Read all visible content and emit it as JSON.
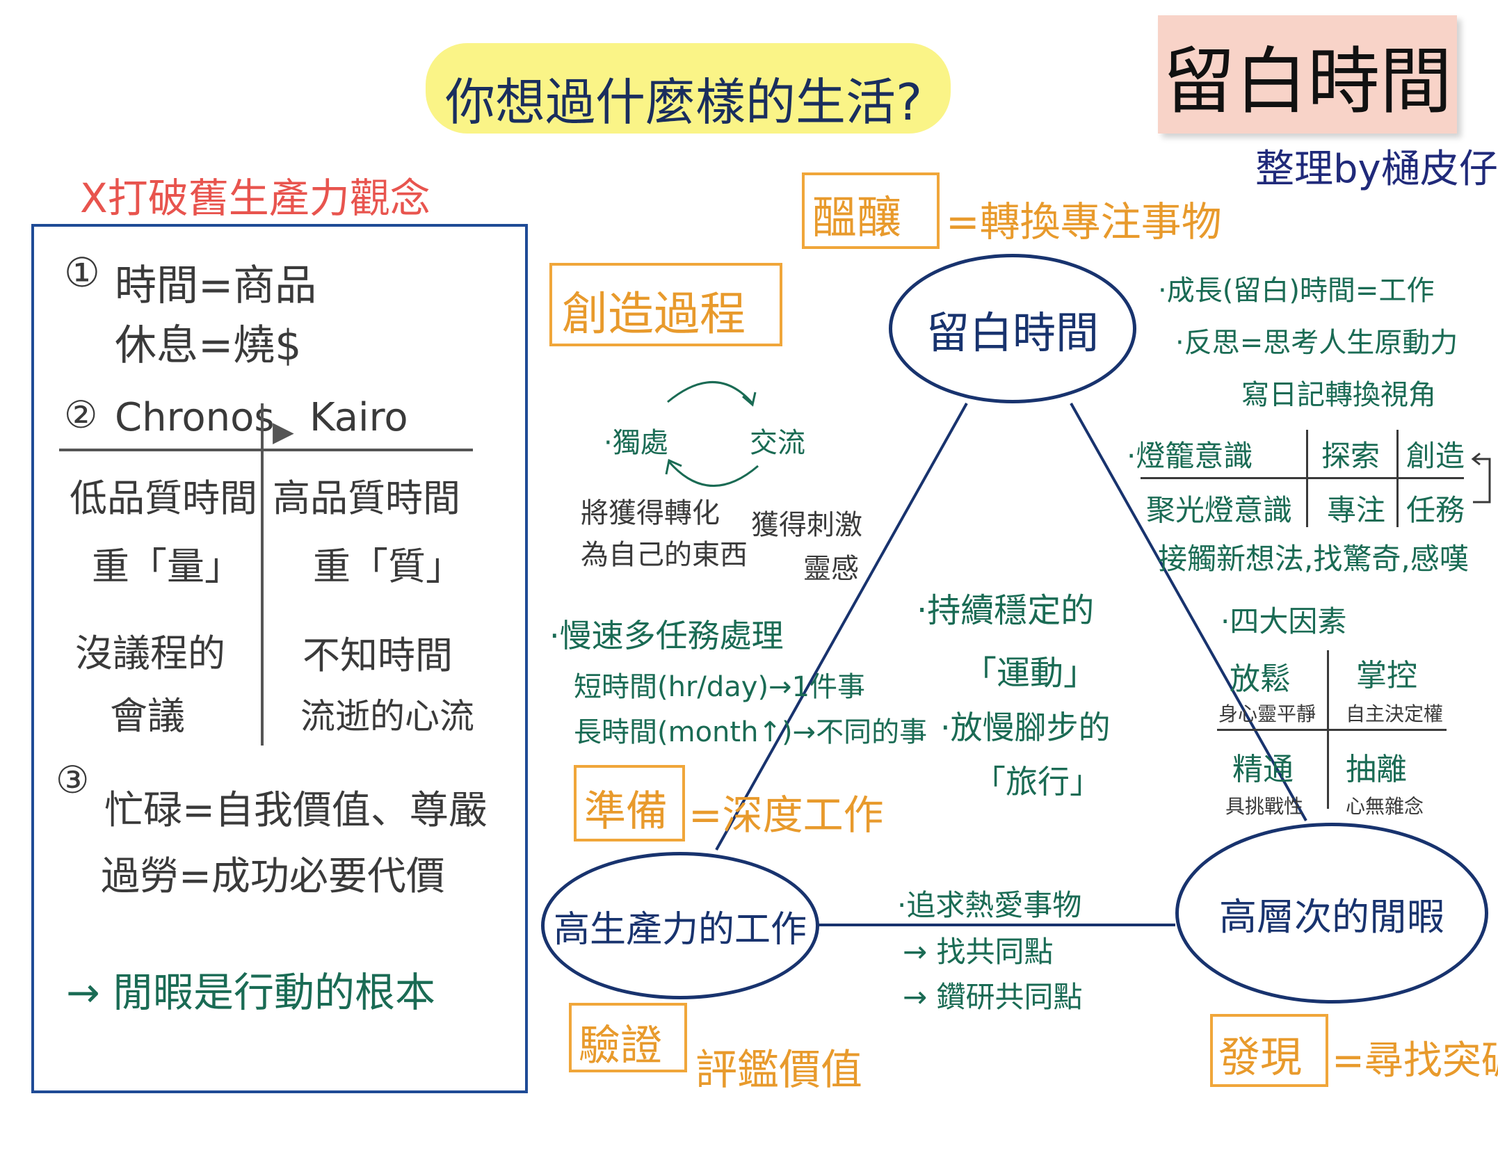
{
  "title_badge": {
    "text": "留白時間",
    "bg": "#f8d3c8"
  },
  "question": {
    "text": "你想過什麼樣的生活?",
    "highlight": "#faf487"
  },
  "author": "整理by樋皮仔",
  "left_heading": "X打破舊生產力觀念",
  "left_panel": {
    "item1": {
      "num": "①",
      "line1": "時間=商品",
      "line2": "休息=燒$"
    },
    "item2": {
      "num": "②",
      "left_head": "Chronos",
      "right_head": "Kairo",
      "left_col": [
        "低品質時間",
        "重「量」",
        "沒議程的",
        "會議"
      ],
      "right_col": [
        "高品質時間",
        "重「質」",
        "不知時間",
        "流逝的心流"
      ]
    },
    "item3": {
      "num": "③",
      "line1": "忙碌=自我價值、尊嚴",
      "line2": "過勞=成功必要代價"
    },
    "footer": "→ 閒暇是行動的根本"
  },
  "top_caption": {
    "box": "醞釀",
    "rest": "=轉換專注事物"
  },
  "creation_box": "創造過程",
  "cycle": {
    "left": "·獨處",
    "right": "交流",
    "left_note": [
      "將獲得轉化",
      "為自己的東西"
    ],
    "right_note": [
      "獲得刺激",
      "靈感"
    ]
  },
  "nodes": {
    "top": "留白時間",
    "left": "高生產力的工作",
    "right": "高層次的閒暇"
  },
  "right_notes": {
    "line1": "·成長(留白)時間=工作",
    "line2": "·反思=思考人生原動力",
    "line3": "寫日記轉換視角",
    "grid": {
      "r1c1": "·燈籠意識",
      "r1c2": "探索",
      "r1c3": "創造",
      "r2c1": "聚光燈意識",
      "r2c2": "專注",
      "r2c3": "任務"
    },
    "line4": "接觸新想法,找驚奇,感嘆"
  },
  "four_factors": {
    "title": "·四大因素",
    "cells": [
      {
        "main": "放鬆",
        "sub": "身心靈平靜"
      },
      {
        "main": "掌控",
        "sub": "自主決定權"
      },
      {
        "main": "精通",
        "sub": "具挑戰性"
      },
      {
        "main": "抽離",
        "sub": "心無雜念"
      }
    ]
  },
  "center_notes": [
    "·持續穩定的",
    "「運動」",
    "·放慢腳步的",
    "「旅行」"
  ],
  "multitask": {
    "title": "·慢速多任務處理",
    "line1": "短時間(hr/day)→1件事",
    "line2": "長時間(month↑)→不同的事"
  },
  "prepare": {
    "box": "準備",
    "rest": "=深度工作"
  },
  "bottom_mid": [
    "·追求熱愛事物",
    "→ 找共同點",
    "→ 鑽研共同點"
  ],
  "verify": {
    "box": "驗證",
    "rest": "評鑑價值"
  },
  "discover": {
    "box": "發現",
    "rest": "=尋找突破"
  }
}
